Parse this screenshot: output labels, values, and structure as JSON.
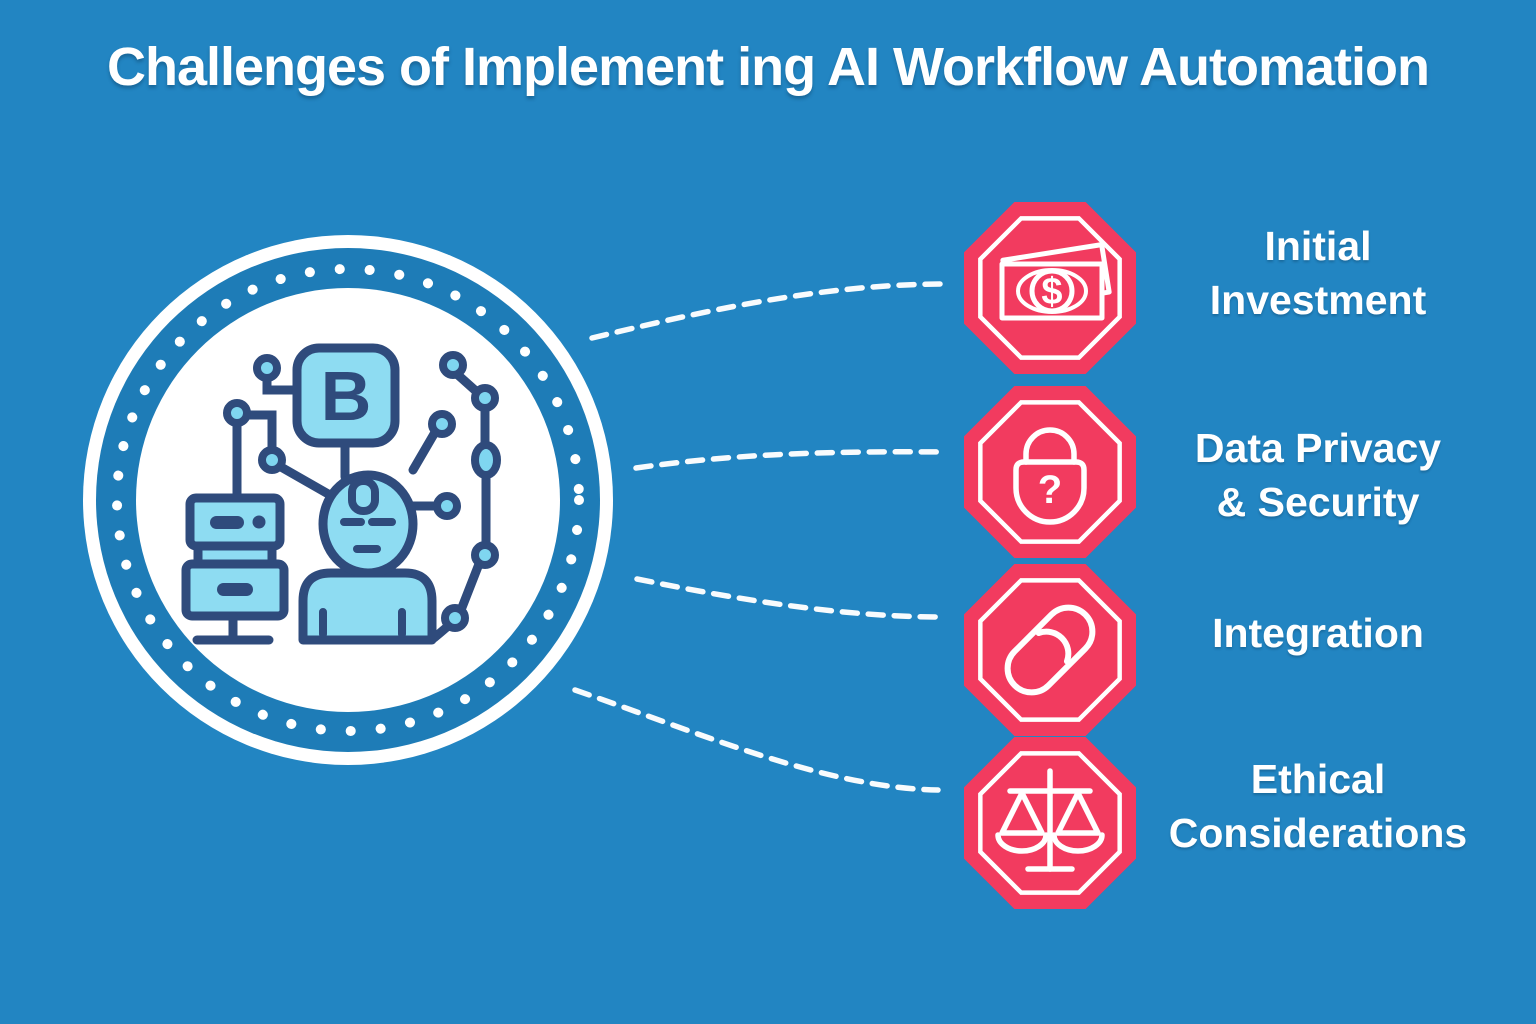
{
  "title": "Challenges of Implement ing AI Workflow Automation",
  "colors": {
    "background": "#2285c2",
    "badge_red": "#f23b5f",
    "illustration_navy": "#2f4b7c",
    "illustration_light_blue": "#8edcf2",
    "node_blue": "#7fd6f0",
    "ring_band_blue": "#1e7cb7",
    "text_and_lines": "#ffffff"
  },
  "hub": {
    "chip_letter": "B"
  },
  "icon_glyphs": {
    "dollar": "$",
    "question": "?"
  },
  "challenges": [
    {
      "label": "Initial Investment",
      "lines": [
        "Initial",
        "Investment"
      ],
      "icon": "money-icon"
    },
    {
      "label": "Data Privacy & Security",
      "lines": [
        "Data Privacy",
        "& Security"
      ],
      "icon": "lock-icon"
    },
    {
      "label": "Integration",
      "lines": [
        "Integration"
      ],
      "icon": "link-icon"
    },
    {
      "label": "Ethical Considerations",
      "lines": [
        "Ethical",
        "Considerations"
      ],
      "icon": "scales-icon"
    }
  ]
}
